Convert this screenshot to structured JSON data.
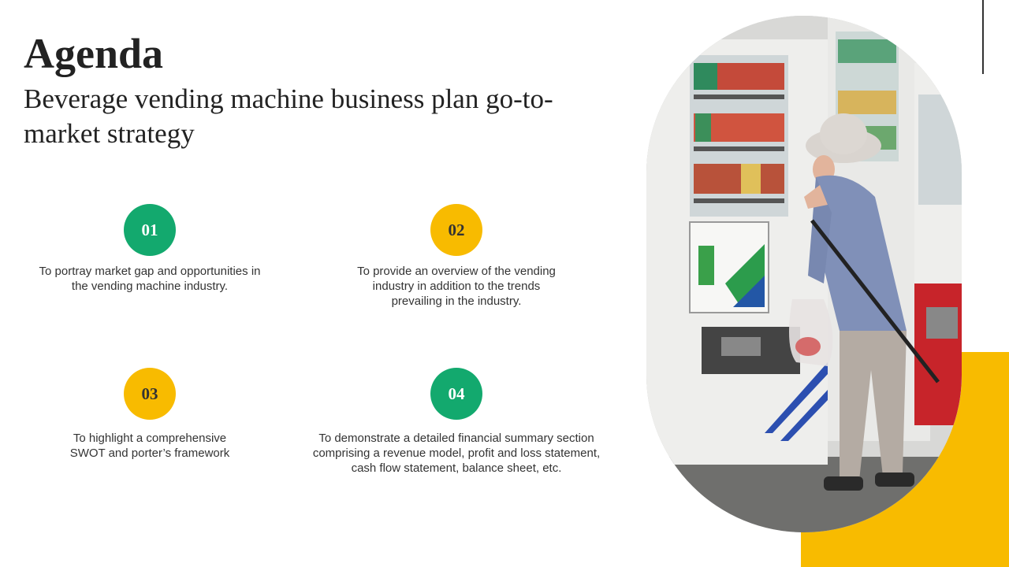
{
  "header": {
    "title": "Agenda",
    "subtitle": "Beverage vending machine business plan go-to-market strategy"
  },
  "items": [
    {
      "number": "01",
      "text": "To portray market gap and opportunities in the vending machine industry.",
      "color": "#13A96E",
      "textColor": "#ffffff"
    },
    {
      "number": "02",
      "text": "To provide an overview of the vending industry in addition to the trends prevailing in the industry.",
      "color": "#F8BB00",
      "textColor": "#333333"
    },
    {
      "number": "03",
      "text": "To highlight a comprehensive SWOT and porter’s framework",
      "color": "#F8BB00",
      "textColor": "#333333"
    },
    {
      "number": "04",
      "text": "To demonstrate a detailed financial summary section comprising a revenue model, profit and loss statement, cash flow statement, balance sheet, etc.",
      "color": "#13A96E",
      "textColor": "#ffffff"
    }
  ],
  "colors": {
    "accent_yellow": "#F8BB00",
    "accent_green": "#13A96E"
  }
}
